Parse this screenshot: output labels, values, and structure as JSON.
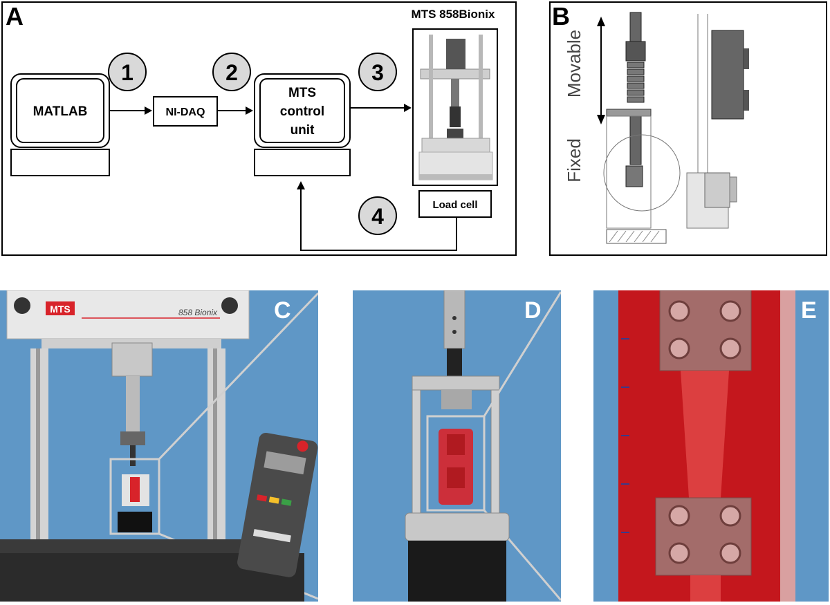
{
  "panels": {
    "a": {
      "letter": "A",
      "machine_title": "MTS 858Bionix",
      "matlab_label": "MATLAB",
      "daq_label": "NI-DAQ",
      "control_label_1": "MTS",
      "control_label_2": "control",
      "control_label_3": "unit",
      "load_cell_label": "Load cell",
      "steps": [
        "1",
        "2",
        "3",
        "4"
      ]
    },
    "b": {
      "letter": "B",
      "movable_label": "Movable",
      "fixed_label": "Fixed"
    },
    "c": {
      "letter": "C",
      "brand": "MTS",
      "model": "858 Bionix"
    },
    "d": {
      "letter": "D"
    },
    "e": {
      "letter": "E"
    }
  },
  "colors": {
    "photo_background": "#5f97c6",
    "specimen_red": "#d8232a",
    "step_circle": "#d9d9d9"
  }
}
